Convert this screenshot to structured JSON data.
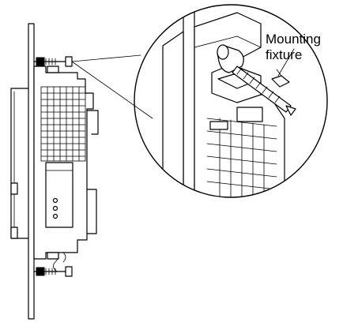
{
  "diagram": {
    "callout_line1": "Mounting",
    "callout_line2": "fixture",
    "icons": [
      "panel-side-view",
      "controller-unit",
      "mounting-screw",
      "magnified-detail-circle"
    ]
  }
}
